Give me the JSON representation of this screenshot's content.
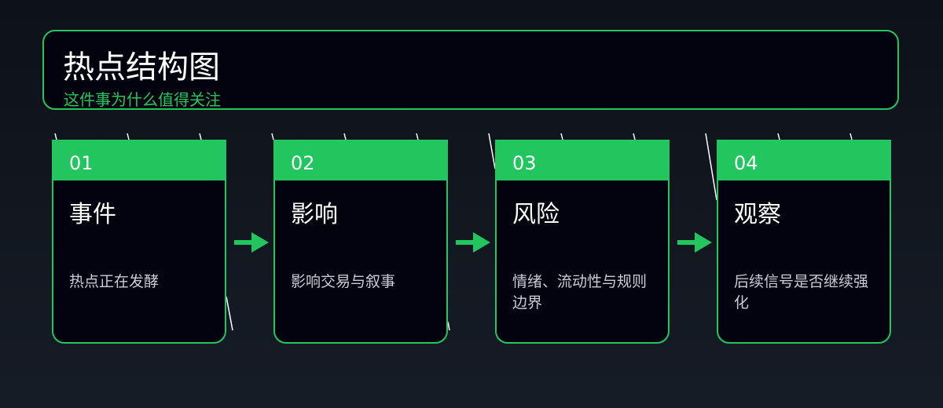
{
  "header": {
    "title": "热点结构图",
    "subtitle": "这件事为什么值得关注"
  },
  "steps": [
    {
      "num": "01",
      "title": "事件",
      "desc": "热点正在发酵"
    },
    {
      "num": "02",
      "title": "影响",
      "desc": "影响交易与叙事"
    },
    {
      "num": "03",
      "title": "风险",
      "desc": "情绪、流动性与规则边界"
    },
    {
      "num": "04",
      "title": "观察",
      "desc": "后续信号是否继续强化"
    }
  ],
  "colors": {
    "accent": "#22c55e",
    "panel": "#02030f",
    "background": "#0d1119",
    "muted_text": "#c8ccd4"
  },
  "icons": [
    "arrow-right-icon"
  ]
}
